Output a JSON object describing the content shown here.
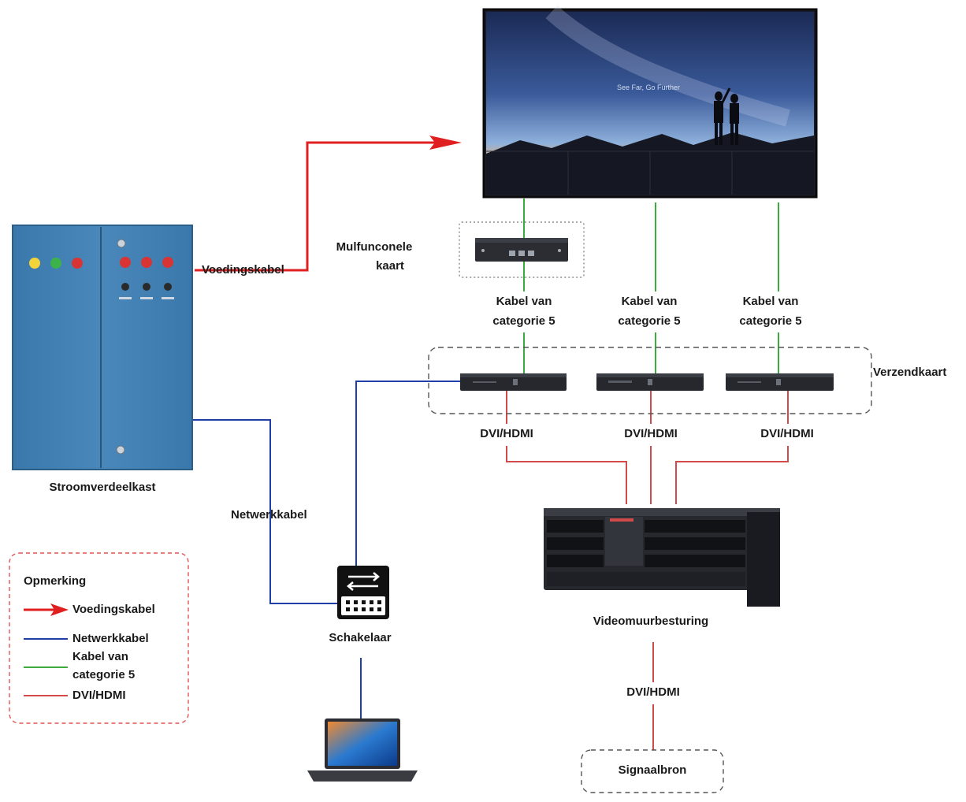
{
  "labels": {
    "voedingskabel": "Voedingskabel",
    "multifunctional_card_line1": "Mulfunconele",
    "multifunctional_card_line2": "kaart",
    "cat5_line1": "Kabel van",
    "cat5_line2": "categorie 5",
    "verzendkaart": "Verzendkaart",
    "dvi_hdmi": "DVI/HDMI",
    "stroomverdeelkast": "Stroomverdeelkast",
    "netwerkkabel": "Netwerkkabel",
    "schakelaar": "Schakelaar",
    "videomuurbesturing": "Videomuurbesturing",
    "signaalbron": "Signaalbron",
    "screen_caption": "See Far, Go Further"
  },
  "legend": {
    "title": "Opmerking",
    "items": [
      {
        "label": "Voedingskabel",
        "color": "#e02020",
        "style": "arrow"
      },
      {
        "label": "Netwerkkabel",
        "color": "#1f3fa8",
        "style": "line"
      },
      {
        "label_line1": "Kabel van",
        "label_line2": "categorie 5",
        "color": "#3daa3d",
        "style": "line"
      },
      {
        "label": "DVI/HDMI",
        "color": "#d24a4a",
        "style": "line"
      }
    ]
  },
  "colors": {
    "power": "#e02020",
    "network": "#1f3fa8",
    "cat5": "#3daa3d",
    "dvi": "#d24a4a",
    "cabinet": "#3f7fb2",
    "dashed": "#555555",
    "legend_border": "#e05555"
  }
}
